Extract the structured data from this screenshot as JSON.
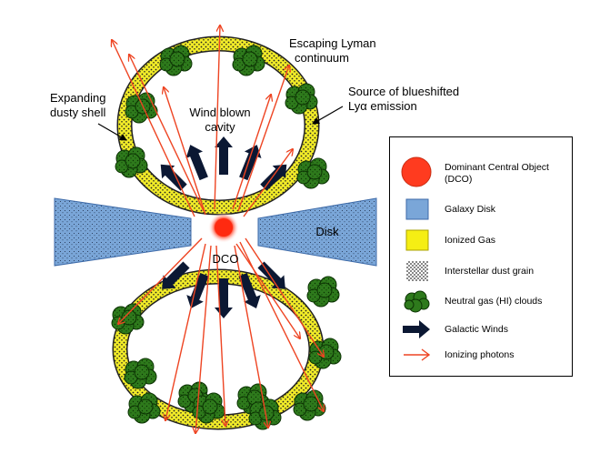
{
  "labels": {
    "dco": "DCO",
    "disk": "Disk",
    "wind_cavity_1": "Wind blown",
    "wind_cavity_2": "cavity",
    "expanding_1": "Expanding",
    "expanding_2": "dusty shell",
    "escaping_1": "Escaping Lyman",
    "escaping_2": "continuum",
    "source_1": "Source of blueshifted",
    "source_2": "Lyα emission"
  },
  "legend": {
    "items": [
      {
        "label_1": "Dominant Central Object",
        "label_2": "(DCO)",
        "icon": "red-circle-icon"
      },
      {
        "label_1": "Galaxy Disk",
        "icon": "blue-rectangle-icon"
      },
      {
        "label_1": "Ionized Gas",
        "icon": "yellow-square-icon"
      },
      {
        "label_1": "Interstellar dust grain",
        "icon": "dust-pattern-icon"
      },
      {
        "label_1": "Neutral gas (HI) clouds",
        "icon": "green-cloud-icon"
      },
      {
        "label_1": "Galactic Winds",
        "icon": "navy-arrow-icon"
      },
      {
        "label_1": "Ionizing photons",
        "icon": "red-arrow-icon"
      }
    ]
  },
  "colors": {
    "dco": "#ff3b1f",
    "disk": "#7aa6d8",
    "ionized_gas": "#f2ec28",
    "cloud": "#2e7a1c",
    "cloud_dark": "#114a08",
    "wind": "#0b1833",
    "photon": "#ee4422"
  }
}
